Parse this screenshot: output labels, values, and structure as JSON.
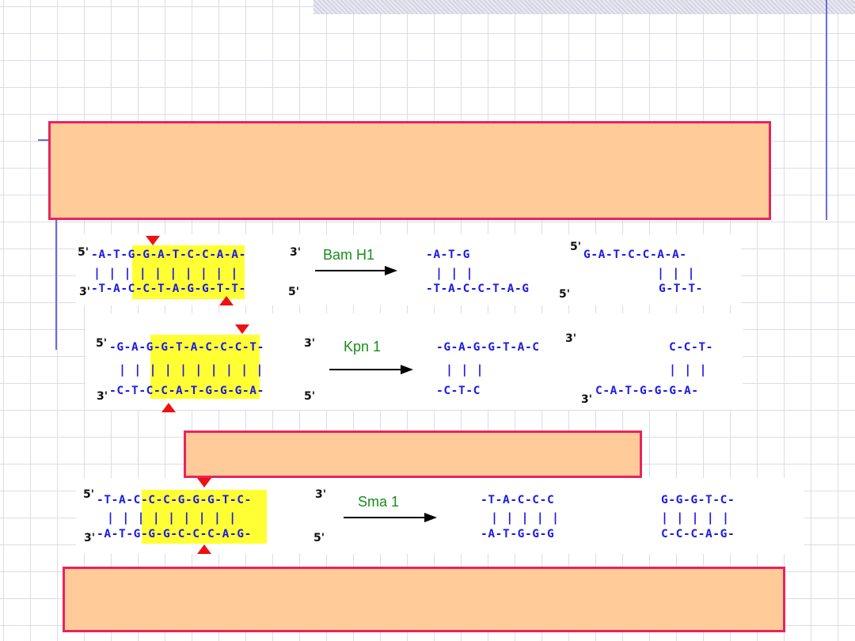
{
  "slide": {
    "callouts": [
      "",
      "",
      ""
    ]
  },
  "reactions": [
    {
      "enzyme": "Bam H1",
      "substrate": {
        "top_label": "5'",
        "top": "-A-T-G-G-A-T-C-C-A-A-",
        "top_end": "3'",
        "bottom_label": "3'",
        "bottom": "-T-A-C-C-T-A-G-G-T-T-",
        "bottom_end": "5'"
      },
      "left_product": {
        "top": "-A-T-G",
        "bottom": "-T-A-C-C-T-A-G",
        "bottom_end": "5'"
      },
      "right_product": {
        "top_label": "5'",
        "top": "G-A-T-C-C-A-A-",
        "bottom": "G-T-T-"
      }
    },
    {
      "enzyme": "Kpn 1",
      "substrate": {
        "top_label": "5'",
        "top": "-G-A-G-G-T-A-C-C-C-T-",
        "top_end": "3'",
        "bottom_label": "3'",
        "bottom": "-C-T-C-C-A-T-G-G-G-A-",
        "bottom_end": "5'"
      },
      "left_product": {
        "top": "-G-A-G-G-T-A-C",
        "top_end": "3'",
        "bottom": "-C-T-C"
      },
      "right_product": {
        "top": "C-C-T-",
        "bottom_label": "3'",
        "bottom": "C-A-T-G-G-G-A-"
      }
    },
    {
      "enzyme": "Sma 1",
      "substrate": {
        "top_label": "5'",
        "top": "-T-A-C-C-C-G-G-G-T-C-",
        "top_end": "3'",
        "bottom_label": "3'",
        "bottom": "-A-T-G-G-G-C-C-C-A-G-",
        "bottom_end": "5'"
      },
      "left_product": {
        "top": "-T-A-C-C-C",
        "bottom": "-A-T-G-G-G"
      },
      "right_product": {
        "top": "G-G-G-T-C-",
        "bottom": "C-C-C-A-G-"
      }
    }
  ],
  "colors": {
    "strand": "#1a1ae6",
    "enzyme_label": "#1a8c1a",
    "highlight": "#ffff33",
    "cut_marker": "#ee1111",
    "callout_fill": "#ffcc99",
    "callout_border": "#e8245e"
  }
}
